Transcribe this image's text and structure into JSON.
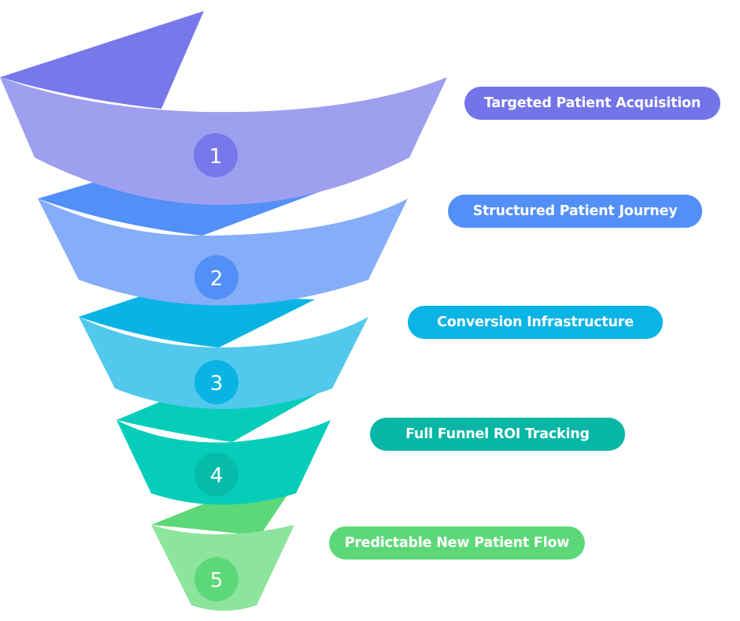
{
  "diagram": {
    "type": "funnel",
    "stages": [
      {
        "number": "1",
        "label": "Targeted Patient Acquisition",
        "front_color": "#9f9ff0",
        "back_color": "#7779ea",
        "badge_color": "#7779ea",
        "pill_color": "#7274e8"
      },
      {
        "number": "2",
        "label": "Structured Patient Journey",
        "front_color": "#86adf8",
        "back_color": "#5290f8",
        "badge_color": "#5290f8",
        "pill_color": "#5290f8"
      },
      {
        "number": "3",
        "label": "Conversion Infrastructure",
        "front_color": "#52c9ec",
        "back_color": "#09b4e4",
        "badge_color": "#09b4e4",
        "pill_color": "#0ab4e4"
      },
      {
        "number": "4",
        "label": "Full Funnel ROI Tracking",
        "front_color": "#06cdba",
        "back_color": "#06cdba",
        "badge_color": "#04bca9",
        "pill_color": "#07b6a5"
      },
      {
        "number": "5",
        "label": "Predictable New Patient Flow",
        "front_color": "#8ce49d",
        "back_color": "#5dd878",
        "badge_color": "#5dd878",
        "pill_color": "#5dd878"
      }
    ]
  }
}
